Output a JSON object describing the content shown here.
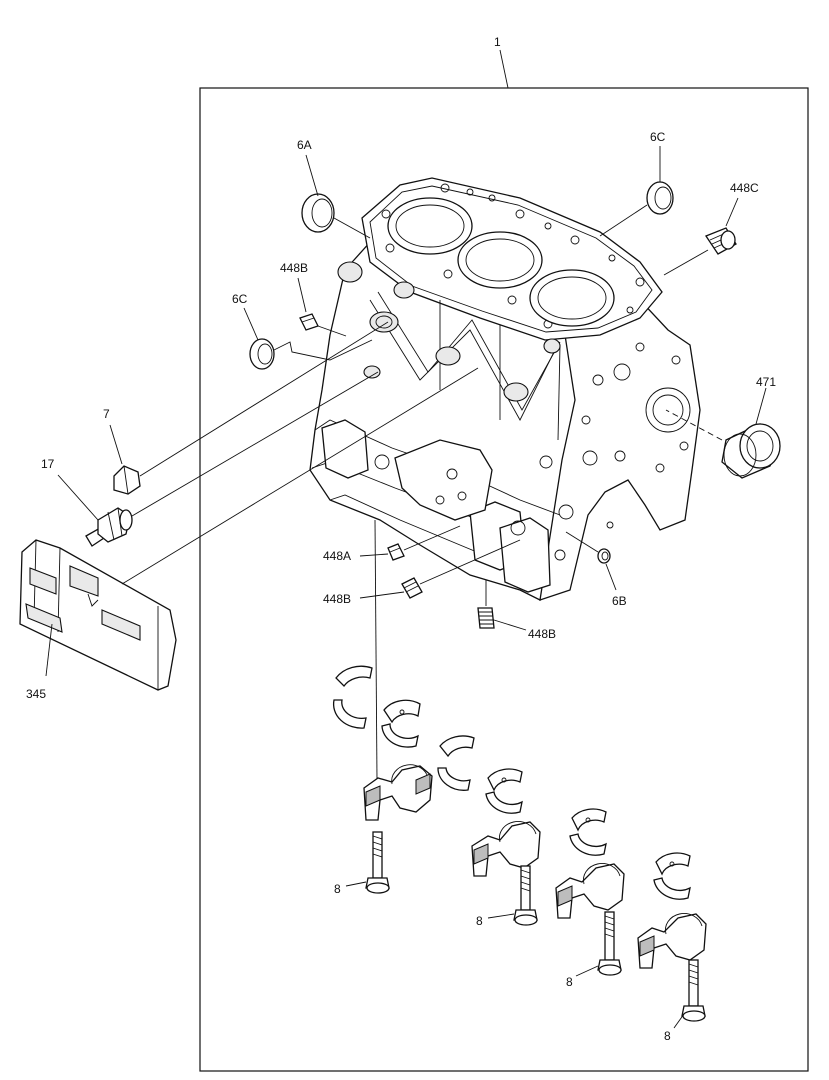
{
  "labels": {
    "assembly": "1",
    "plug_front": "6A",
    "plug_right": "6C",
    "plug_left": "6C",
    "plug_bottom": "6B",
    "stud_top_right": "448C",
    "stud_left": "448B",
    "stud_lower_a": "448A",
    "stud_lower_b": "448B",
    "stud_bottom": "448B",
    "bushing": "471",
    "drain_plug": "7",
    "oil_switch": "17",
    "heat_shield": "345",
    "bolt_1": "8",
    "bolt_2": "8",
    "bolt_3": "8",
    "bolt_4": "8"
  }
}
